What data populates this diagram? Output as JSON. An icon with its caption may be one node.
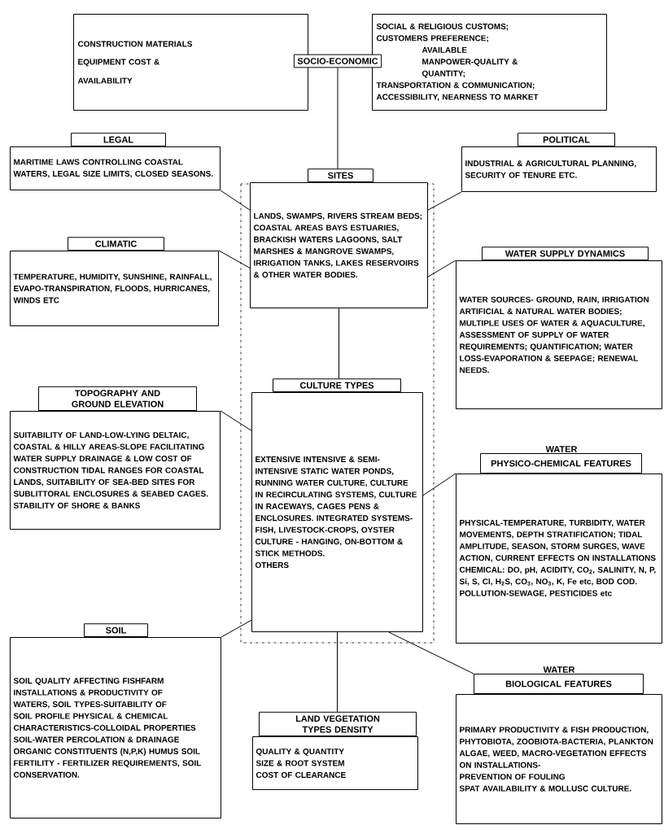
{
  "diagram": {
    "nodes": [
      {
        "text": [
          "CONSTRUCTION MATERIALS",
          "EQUIPMENT COST & AVAILABILITY"
        ]
      },
      {
        "text": [
          "SOCIO-ECONOMIC"
        ]
      },
      {
        "text": [
          "SOCIAL & RELIGIOUS CUSTOMS;",
          "CUSTOMERS PREFERENCE;",
          "AVAILABLE MANPOWER-QUALITY & QUANTITY;",
          "TRANSPORTATION & COMMUNICATION;",
          "ACCESSIBILITY, NEARNESS TO MARKET"
        ]
      },
      {
        "text": [
          "LEGAL",
          "MARITIME LAWS CONTROLLING COASTAL WATERS, LEGAL SIZE LIMITS, CLOSED SEASONS."
        ]
      },
      {
        "text": [
          "POLITICAL",
          "INDUSTRIAL & AGRICULTURAL PLANNING, SECURITY OF TENURE ETC."
        ]
      },
      {
        "text": [
          "SITES",
          "LANDS, SWAMPS, RIVERS STREAM BEDS; COASTAL AREAS BAYS ESTUARIES, BRACKISH WATERS LAGOONS, SALT MARSHES & MANGROVE SWAMPS, IRRIGATION TANKS, LAKES RESERVOIRS & OTHER WATER BODIES."
        ]
      },
      {
        "text": [
          "CLIMATIC",
          "TEMPERATURE, HUMIDITY, SUNSHINE, RAINFALL, EVAPO-TRANSPIRATION, FLOODS, HURRICANES, WINDS ETC"
        ]
      },
      {
        "text": [
          "WATER SUPPLY DYNAMICS",
          "WATER SOURCES- GROUND, RAIN, IRRIGATION ARTIFICIAL & NATURAL WATER BODIES; MULTIPLE USES OF WATER & AQUACULTURE, ASSESSMENT OF SUPPLY OF WATER REQUIREMENTS; QUANTIFICATION; WATER LOSS-EVAPORATION & SEEPAGE; RENEWAL NEEDS."
        ]
      },
      {
        "text": [
          "TOPOGRAPHY AND GROUND ELEVATION",
          "SUITABILITY OF LAND-LOW-LYING DELTAIC, COASTAL & HILLY AREAS-SLOPE FACILITATING WATER SUPPLY DRAINAGE & LOW COST OF CONSTRUCTION TIDAL RANGES FOR COASTAL LANDS, SUITABILITY OF SEA-BED SITES FOR SUBLITTORAL ENCLOSURES & SEABED CAGES. STABILITY OF SHORE & BANKS"
        ]
      },
      {
        "text": [
          "CULTURE TYPES",
          "EXTENSIVE INTENSIVE & SEMI-INTENSIVE STATIC WATER PONDS, RUNNING WATER CULTURE, CULTURE IN RECIRCULATING SYSTEMS, CULTURE IN RACEWAYS, CAGES PENS & ENCLOSURES. INTEGRATED SYSTEMS-FISH, LIVESTOCK-CROPS, OYSTER CULTURE - HANGING, ON-BOTTOM & STICK METHODS.",
          "OTHERS"
        ]
      },
      {
        "text": [
          "WATER",
          "PHYSICO-CHEMICAL FEATURES",
          "PHYSICAL-TEMPERATURE, TURBIDITY, WATER MOVEMENTS, DEPTH STRATIFICATION; TIDAL AMPLITUDE, SEASON, STORM SURGES, WAVE ACTION, CURRENT EFFECTS ON INSTALLATIONS",
          "CHEMICAL: DO, pH, ACIDITY, CO$_{2}$, SALINITY, N, P, Si, S, Cl, H$_{2}$S, CO$_{3}$, NO$_{3}$, K, Fe etc, BOD COD.",
          "POLLUTION-SEWAGE, PESTICIDES etc"
        ]
      },
      {
        "text": [
          "SOIL",
          "SOIL QUALITY AFFECTING FISHFARM INSTALLATIONS & PRODUCTIVITY OF WATERS, SOIL TYPES-SUITABILITY OF SOIL PROFILE PHYSICAL & CHEMICAL CHARACTERISTICS-COLLOIDAL PROPERTIES SOIL-WATER PERCOLATION & DRAINAGE ORGANIC CONSTITUENTS (N,P,K) HUMUS SOIL FERTILITY - FERTILIZER REQUIREMENTS, SOIL CONSERVATION."
        ]
      },
      {
        "text": [
          "LAND VEGETATION TYPES DENSITY",
          "QUALITY & QUANTITY",
          "SIZE & ROOT SYSTEM",
          "COST OF CLEARANCE"
        ]
      },
      {
        "text": [
          "WATER",
          "BIOLOGICAL FEATURES",
          "PRIMARY PRODUCTIVITY & FISH PRODUCTION, PHYTOBIOTA, ZOOBIOTA-BACTERIA, PLANKTON ALGAE, WEED, MACRO-VEGETATION EFFECTS ON INSTALLATIONS-",
          "PREVENTION OF FOULING",
          "SPAT AVAILABILITY & MOLLUSC CULTURE."
        ]
      }
    ],
    "edges": [
      {
        "from": 1,
        "to": 5,
        "arrow": "none"
      },
      {
        "from": 3,
        "to": 5,
        "arrow": "none"
      },
      {
        "from": 4,
        "to": 5,
        "arrow": "none"
      },
      {
        "from": 6,
        "to": 5,
        "arrow": "none"
      },
      {
        "from": 7,
        "to": 5,
        "arrow": "none"
      },
      {
        "from": 5,
        "to": 9,
        "arrow": "none"
      },
      {
        "from": 8,
        "to": 9,
        "arrow": "none"
      },
      {
        "from": 10,
        "to": 9,
        "arrow": "none"
      },
      {
        "from": 11,
        "to": 9,
        "arrow": "none"
      },
      {
        "from": 9,
        "to": 12,
        "arrow": "none"
      },
      {
        "from": 9,
        "to": 13,
        "arrow": "none"
      }
    ]
  }
}
